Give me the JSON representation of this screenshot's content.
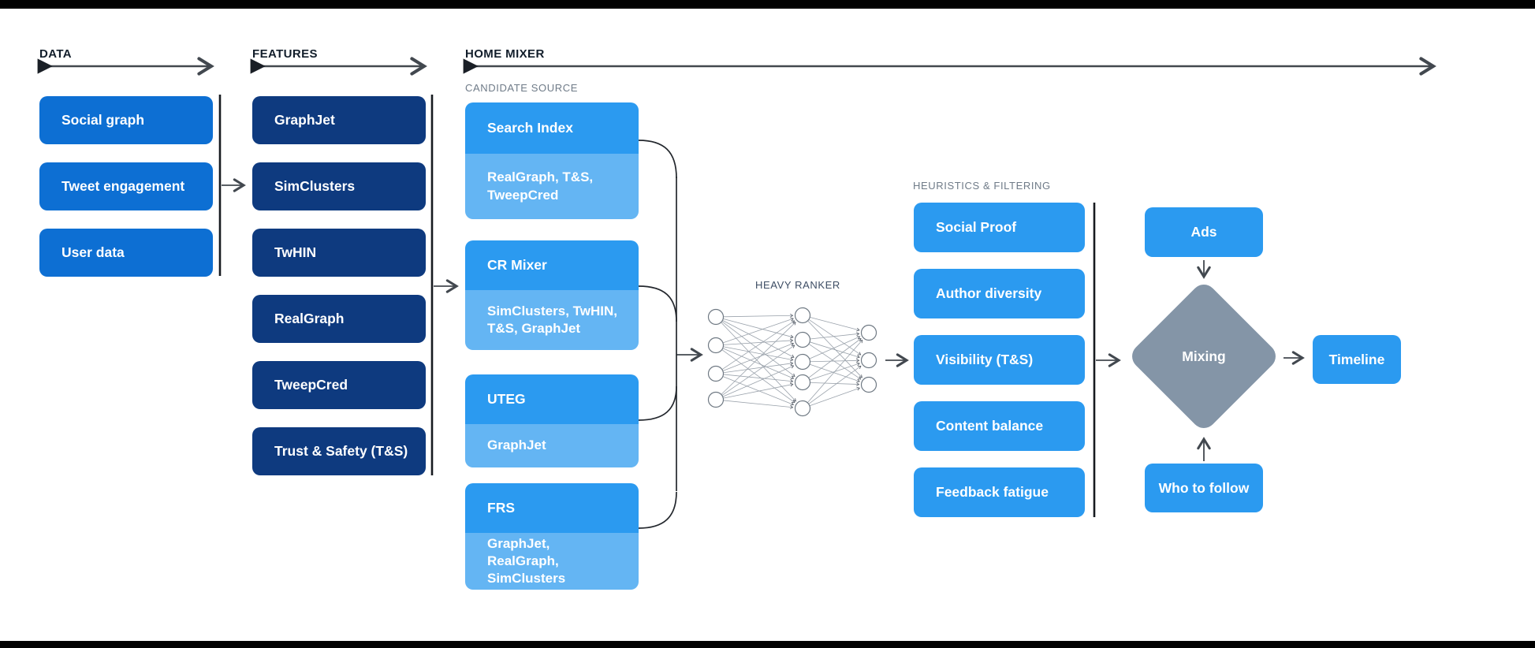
{
  "header": {
    "data_label": "DATA",
    "features_label": "FEATURES",
    "home_mixer_label": "HOME MIXER"
  },
  "data_column": {
    "items": [
      "Social graph",
      "Tweet engagement",
      "User data"
    ]
  },
  "features_column": {
    "items": [
      "GraphJet",
      "SimClusters",
      "TwHIN",
      "RealGraph",
      "TweepCred",
      "Trust & Safety (T&S)"
    ]
  },
  "candidate_sources": {
    "label": "CANDIDATE SOURCE",
    "items": [
      {
        "name": "Search Index",
        "features": "RealGraph, T&S, TweepCred"
      },
      {
        "name": "CR Mixer",
        "features": "SimClusters, TwHIN, T&S, GraphJet"
      },
      {
        "name": "UTEG",
        "features": "GraphJet"
      },
      {
        "name": "FRS",
        "features": "GraphJet, RealGraph, SimClusters"
      }
    ]
  },
  "heavy_ranker": {
    "label": "HEAVY RANKER",
    "layers": [
      4,
      5,
      3
    ]
  },
  "heuristics": {
    "label": "HEURISTICS & FILTERING",
    "items": [
      "Social Proof",
      "Author diversity",
      "Visibility (T&S)",
      "Content balance",
      "Feedback fatigue"
    ]
  },
  "mixer": {
    "ads_label": "Ads",
    "mixing_label": "Mixing",
    "who_to_follow_label": "Who to follow",
    "timeline_label": "Timeline"
  },
  "colors": {
    "data_box": "#0d6fd3",
    "features_box": "#0e3a7f",
    "candidate_primary": "#2b9af0",
    "candidate_secondary": "#64b5f3",
    "heuristic_box": "#2b9af0",
    "mixing_diamond": "#8495a7",
    "arrow": "#42484f",
    "section_label": "#121e2b",
    "sub_label": "#6f7b88"
  }
}
